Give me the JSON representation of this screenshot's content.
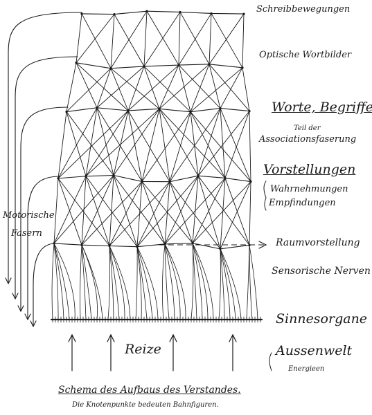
{
  "labels": {
    "schreib": "Schreibbewegungen",
    "optische": "Optische Wortbilder",
    "worte": "Worte, Begriffe",
    "teil1": "Teil der",
    "teil2": "Associationsfaserung",
    "vorstellungen": "Vorstellungen",
    "wahr": "Wahrnehmungen",
    "empf": "Empfindungen",
    "raum": "Raumvorstellung",
    "sens": "Sensorische Nerven",
    "sinnes": "Sinnesorgane",
    "aussen": "Aussenwelt",
    "energien": "Energieen",
    "reize": "Reize",
    "motor1": "Motorische",
    "motor2": "Fasern"
  },
  "caption": {
    "title": "Schema des Aufbaus des Verstandes.",
    "subtitle": "Die Knotenpunkte bedeuten Bahnfiguren."
  },
  "colors": {
    "ink": "#1a1a1a",
    "paper": "#ffffff"
  }
}
